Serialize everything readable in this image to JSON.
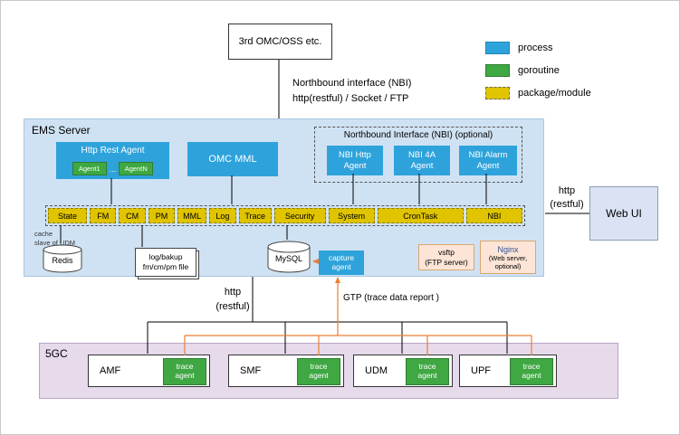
{
  "external": {
    "label": "3rd OMC/OSS etc."
  },
  "nbi_note": "Northbound interface (NBI)\nhttp(restful) / Socket / FTP",
  "legend": {
    "items": [
      {
        "label": "process",
        "color": "#2EA3DB"
      },
      {
        "label": "goroutine",
        "color": "#3FA843"
      },
      {
        "label": "package/module",
        "color": "#E0C400"
      }
    ]
  },
  "ems": {
    "title": "EMS Server",
    "http_rest_agent": {
      "label": "Http Rest Agent",
      "agent_first": "Agent1",
      "ellipsis": "...",
      "agent_last": "AgentN"
    },
    "omc_mml": {
      "label": "OMC MML"
    },
    "nbi_group": {
      "title": "Northbound Interface (NBI)  (optional)",
      "agents": [
        "NBI Http\nAgent",
        "NBI 4A\nAgent",
        "NBI Alarm\nAgent"
      ]
    },
    "modules": [
      "State",
      "FM",
      "CM",
      "PM",
      "MML",
      "Log",
      "Trace",
      "Security",
      "System",
      "CronTask",
      "NBI"
    ],
    "redis": {
      "label": "Redis",
      "note": "cache\nslave of UDM"
    },
    "files": {
      "label": "log/bakup\nfm/cm/pm file"
    },
    "mysql": {
      "label": "MySQL"
    },
    "capture_agent": {
      "label": "capture\nagent"
    },
    "vsftp": {
      "label": "vsftp\n(FTP server)"
    },
    "nginx": {
      "name": "Nginx",
      "note": "(Web server,\noptional)"
    }
  },
  "web_ui": {
    "label": "Web UI",
    "link_label": "http\n(restful)"
  },
  "edges": {
    "south_label": "http\n(restful)",
    "gtp_label": "GTP  (trace data report )"
  },
  "fivegc": {
    "title": "5GC",
    "nodes": [
      {
        "name": "AMF",
        "agent": "trace\nagent"
      },
      {
        "name": "SMF",
        "agent": "trace\nagent"
      },
      {
        "name": "UDM",
        "agent": "trace\nagent"
      },
      {
        "name": "UPF",
        "agent": "trace\nagent"
      }
    ]
  },
  "colors": {
    "process": "#2EA3DB",
    "goroutine": "#3FA843",
    "module": "#E0C400",
    "ems_bg": "#CFE2F3",
    "fivegc_bg": "#E6DAEB",
    "orange_line": "#ED7D31",
    "side_box_bg": "#FCE4D6",
    "webui_bg": "#DAE3F3"
  }
}
